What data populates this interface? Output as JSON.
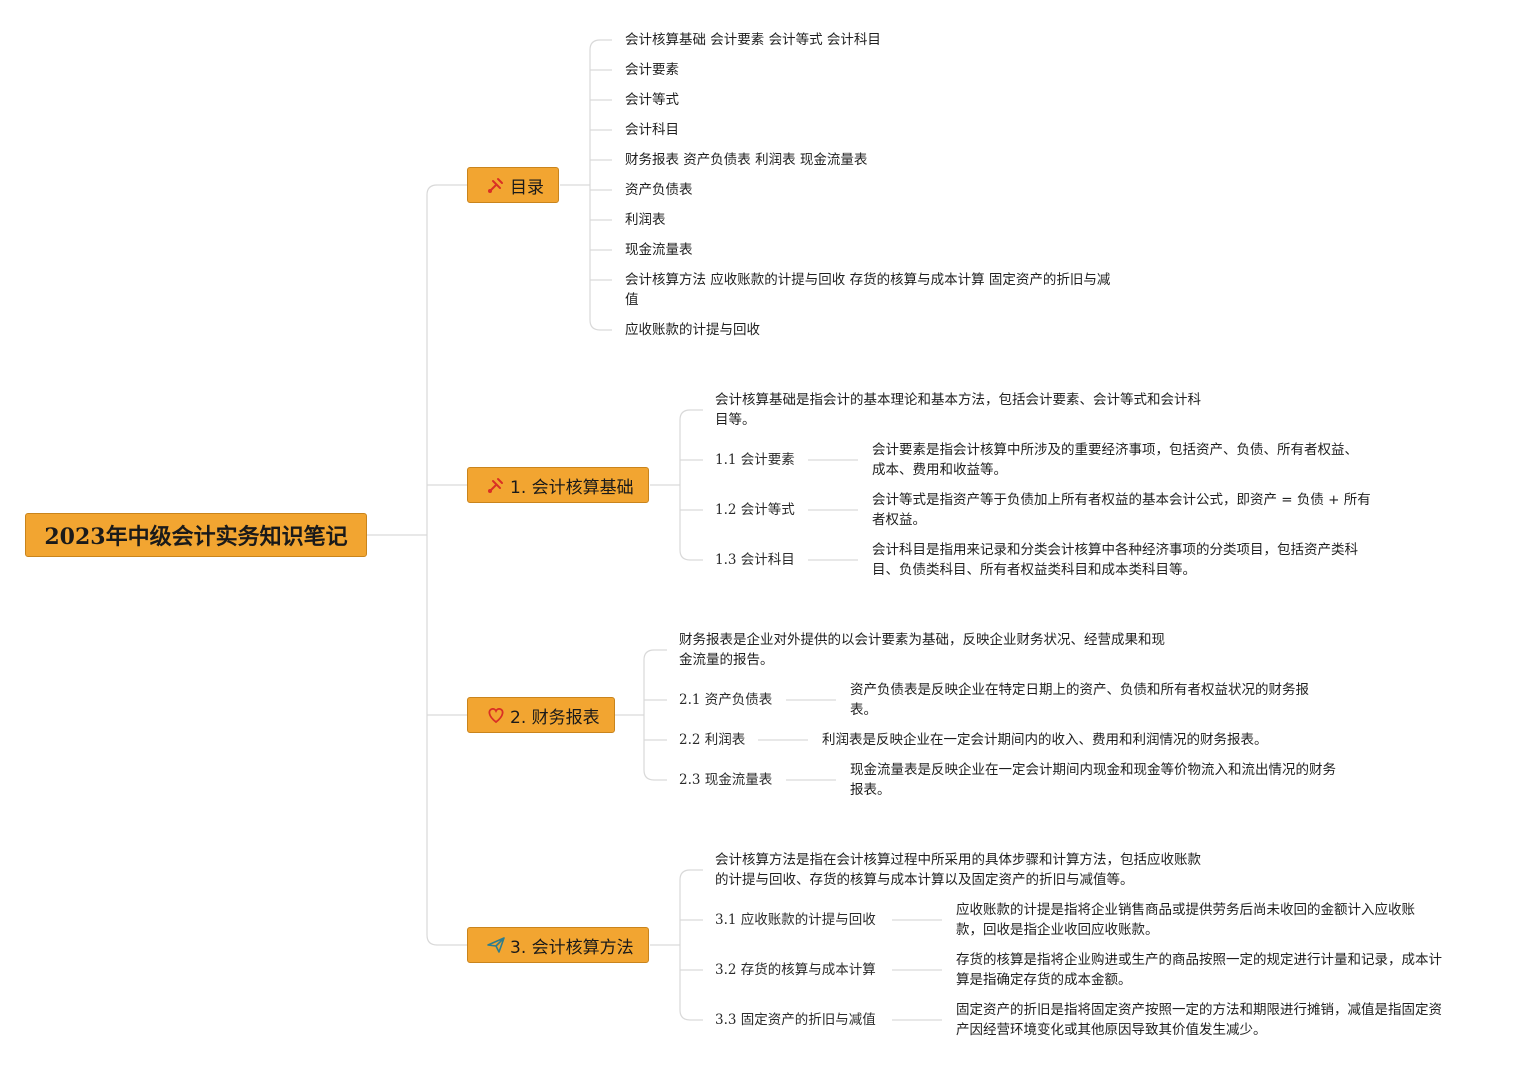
{
  "root": {
    "title": "2023年中级会计实务知识笔记"
  },
  "branches": {
    "toc": {
      "label": "目录",
      "icon": "pen-tool-icon",
      "items": [
        "会计核算基础 会计要素 会计等式 会计科目",
        "会计要素",
        "会计等式",
        "会计科目",
        "财务报表 资产负债表 利润表 现金流量表",
        "资产负债表",
        "利润表",
        "现金流量表",
        "会计核算方法 应收账款的计提与回收 存货的核算与成本计算 固定资产的折旧与减值",
        "应收账款的计提与回收"
      ]
    },
    "basics": {
      "label": "1. 会计核算基础",
      "icon": "pen-tool-icon",
      "intro": "会计核算基础是指会计的基本理论和基本方法，包括会计要素、会计等式和会计科目等。",
      "subs": [
        {
          "label": "1.1 会计要素",
          "desc": "会计要素是指会计核算中所涉及的重要经济事项，包括资产、负债、所有者权益、成本、费用和收益等。"
        },
        {
          "label": "1.2 会计等式",
          "desc": "会计等式是指资产等于负债加上所有者权益的基本会计公式，即资产 = 负债 + 所有者权益。"
        },
        {
          "label": "1.3 会计科目",
          "desc": "会计科目是指用来记录和分类会计核算中各种经济事项的分类项目，包括资产类科目、负债类科目、所有者权益类科目和成本类科目等。"
        }
      ]
    },
    "reports": {
      "label": "2. 财务报表",
      "icon": "heart-icon",
      "intro": "财务报表是企业对外提供的以会计要素为基础，反映企业财务状况、经营成果和现金流量的报告。",
      "subs": [
        {
          "label": "2.1 资产负债表",
          "desc": "资产负债表是反映企业在特定日期上的资产、负债和所有者权益状况的财务报表。"
        },
        {
          "label": "2.2 利润表",
          "desc": "利润表是反映企业在一定会计期间内的收入、费用和利润情况的财务报表。"
        },
        {
          "label": "2.3 现金流量表",
          "desc": "现金流量表是反映企业在一定会计期间内现金和现金等价物流入和流出情况的财务报表。"
        }
      ]
    },
    "methods": {
      "label": "3. 会计核算方法",
      "icon": "paper-plane-icon",
      "intro": "会计核算方法是指在会计核算过程中所采用的具体步骤和计算方法，包括应收账款的计提与回收、存货的核算与成本计算以及固定资产的折旧与减值等。",
      "subs": [
        {
          "label": "3.1 应收账款的计提与回收",
          "desc": "应收账款的计提是指将企业销售商品或提供劳务后尚未收回的金额计入应收账款，回收是指企业收回应收账款。"
        },
        {
          "label": "3.2 存货的核算与成本计算",
          "desc": "存货的核算是指将企业购进或生产的商品按照一定的规定进行计量和记录，成本计算是指确定存货的成本金额。"
        },
        {
          "label": "3.3 固定资产的折旧与减值",
          "desc": "固定资产的折旧是指将固定资产按照一定的方法和期限进行摊销，减值是指固定资产因经营环境变化或其他原因导致其价值发生减少。"
        }
      ]
    }
  },
  "colors": {
    "node_fill": "#f2a531",
    "node_border": "#c9841c",
    "line": "#d9d9d9",
    "icon_red": "#d93025",
    "icon_teal": "#2f7d8c"
  }
}
